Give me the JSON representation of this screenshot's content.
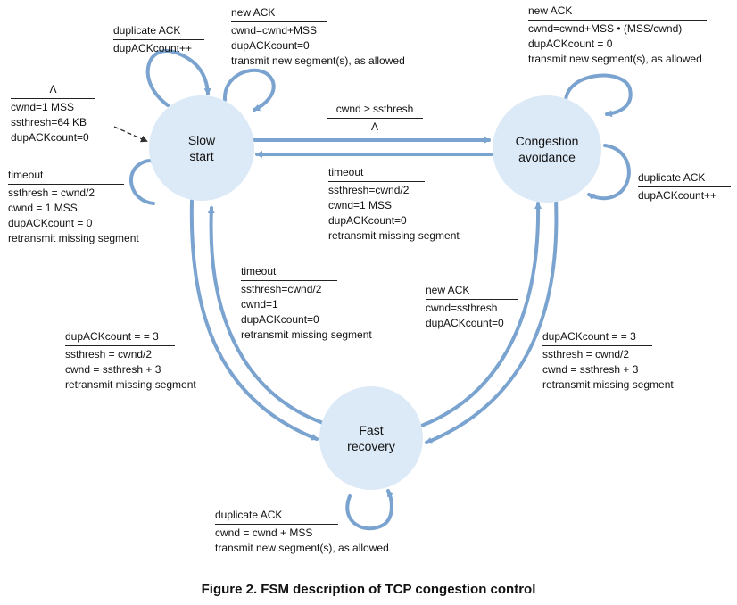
{
  "colors": {
    "state_fill": "#dce9f6",
    "arrow": "#7aa3cf"
  },
  "states": {
    "slow_start": "Slow\nstart",
    "congestion_avoidance": "Congestion\navoidance",
    "fast_recovery": "Fast\nrecovery"
  },
  "transitions": {
    "init": {
      "event": "Λ",
      "actions": [
        "cwnd=1 MSS",
        "ssthresh=64 KB",
        "dupACKcount=0"
      ]
    },
    "ss_dup_ack": {
      "event": "duplicate ACK",
      "actions": [
        "dupACKcount++"
      ]
    },
    "ss_new_ack": {
      "event": "new ACK",
      "actions": [
        "cwnd=cwnd+MSS",
        "dupACKcount=0",
        "transmit new segment(s), as allowed"
      ]
    },
    "ss_timeout": {
      "event": "timeout",
      "actions": [
        "ssthresh = cwnd/2",
        "cwnd = 1  MSS",
        "dupACKcount = 0",
        "retransmit missing segment"
      ]
    },
    "ss_to_ca": {
      "event": "cwnd ≥ ssthresh",
      "actions": [
        "Λ"
      ]
    },
    "ca_to_ss_timeout": {
      "event": "timeout",
      "actions": [
        "ssthresh=cwnd/2",
        "cwnd=1  MSS",
        "dupACKcount=0",
        "retransmit missing segment"
      ]
    },
    "ca_new_ack": {
      "event": "new ACK",
      "actions": [
        "cwnd=cwnd+MSS • (MSS/cwnd)",
        "dupACKcount = 0",
        "transmit new segment(s), as allowed"
      ]
    },
    "ca_dup_ack": {
      "event": "duplicate ACK",
      "actions": [
        "dupACKcount++"
      ]
    },
    "fr_to_ss_timeout": {
      "event": "timeout",
      "actions": [
        "ssthresh=cwnd/2",
        "cwnd=1",
        "dupACKcount=0",
        "retransmit missing segment"
      ]
    },
    "fr_to_ca_new_ack": {
      "event": "new ACK",
      "actions": [
        "cwnd=ssthresh",
        "dupACKcount=0"
      ]
    },
    "ss_to_fr": {
      "event": "dupACKcount = = 3",
      "actions": [
        "ssthresh = cwnd/2",
        "cwnd = ssthresh + 3",
        "retransmit missing segment"
      ]
    },
    "ca_to_fr": {
      "event": "dupACKcount = = 3",
      "actions": [
        "ssthresh = cwnd/2",
        "cwnd = ssthresh + 3",
        "retransmit missing segment"
      ]
    },
    "fr_dup_ack": {
      "event": "duplicate ACK",
      "actions": [
        "cwnd = cwnd + MSS",
        "transmit new segment(s), as allowed"
      ]
    }
  },
  "caption": "Figure 2. FSM description of TCP congestion control"
}
